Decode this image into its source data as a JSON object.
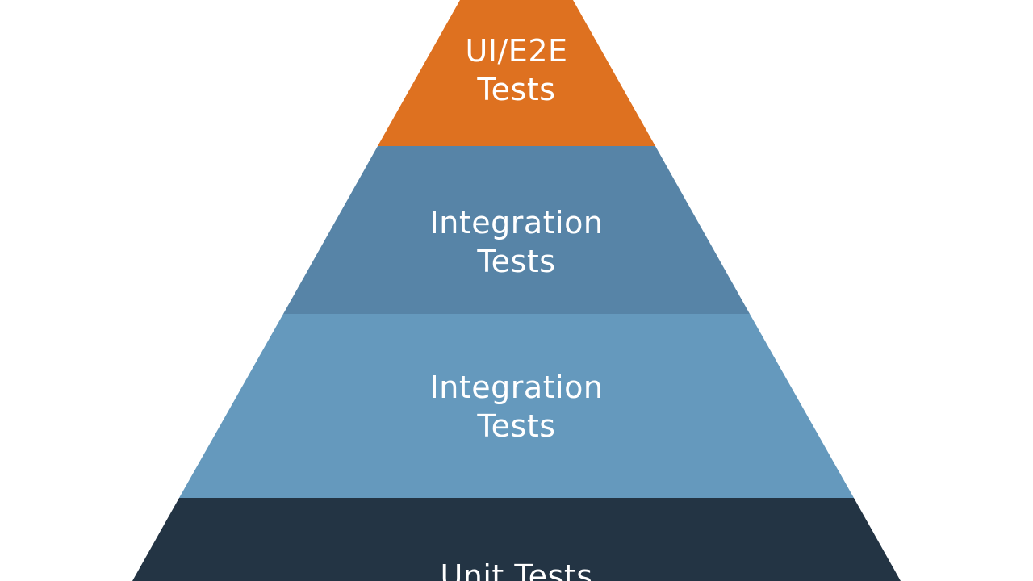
{
  "pyramid": {
    "tiers": [
      {
        "label": "UI/E2E\nTests",
        "color": "#de7120"
      },
      {
        "label": "Integration\nTests",
        "color": "#5784a7"
      },
      {
        "label": "Integration\nTests",
        "color": "#6599bd"
      },
      {
        "label": "Unit Tests",
        "color": "#233444"
      }
    ]
  }
}
